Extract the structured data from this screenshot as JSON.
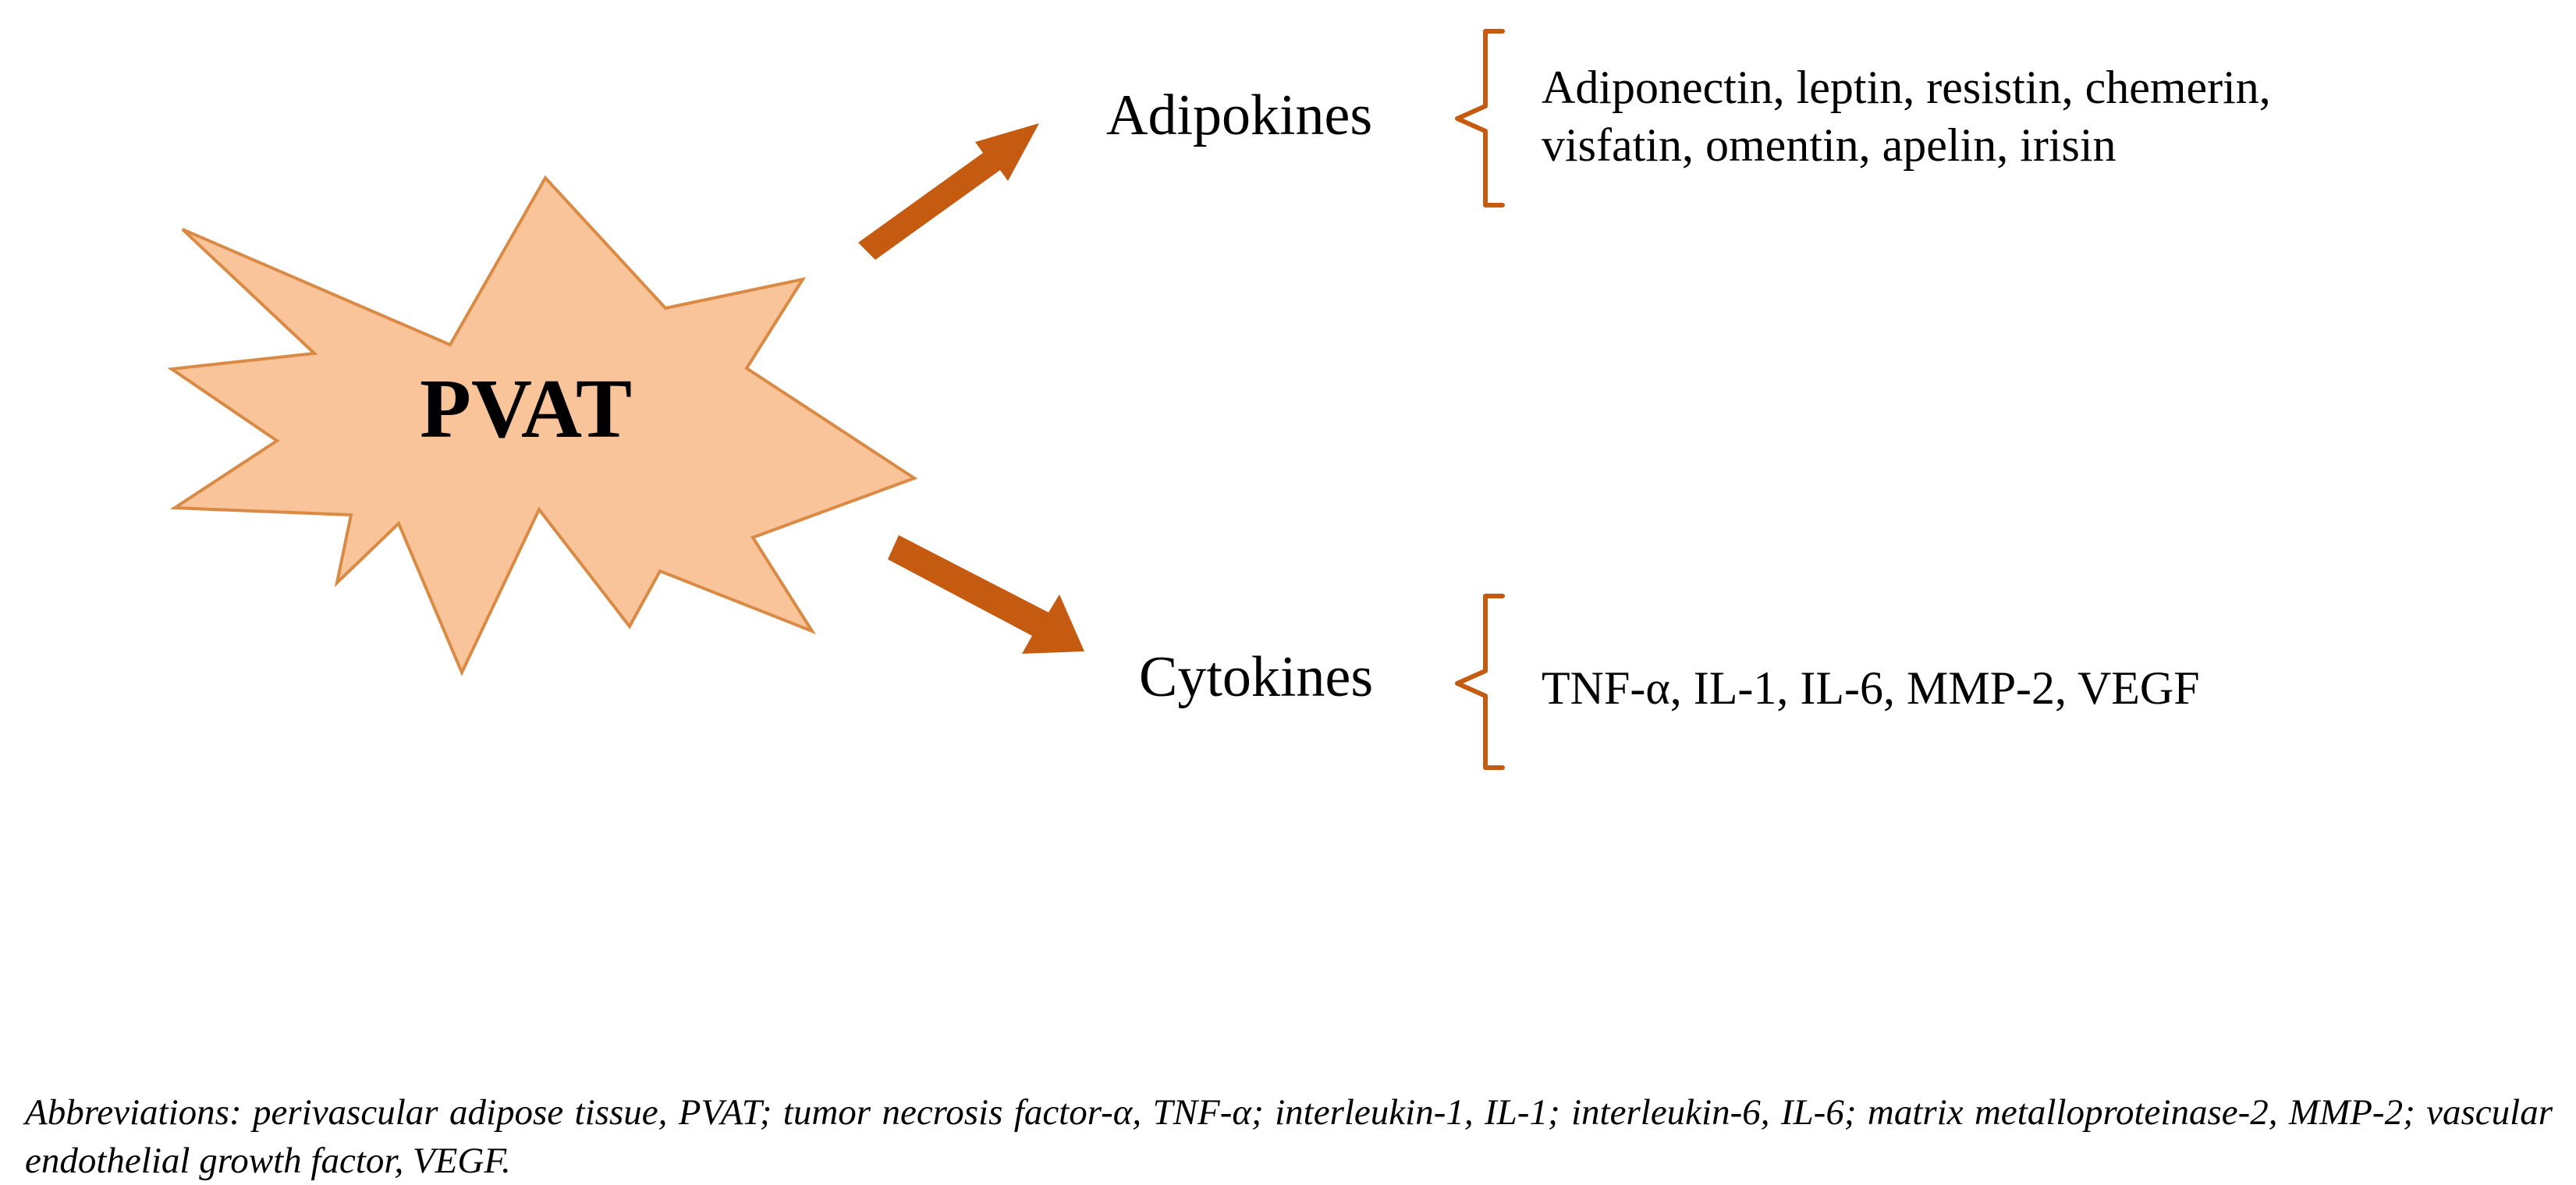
{
  "center": {
    "label": "PVAT"
  },
  "branches": [
    {
      "label": "Adipokines",
      "items": [
        "Adiponectin, leptin, resistin, chemerin,",
        "visfatin, omentin, apelin, irisin"
      ]
    },
    {
      "label": "Cytokines",
      "items": [
        "TNF-α, IL-1, IL-6, MMP-2, VEGF"
      ]
    }
  ],
  "footnote": "Abbreviations: perivascular adipose tissue, PVAT; tumor necrosis factor-α, TNF-α; interleukin-1, IL-1; interleukin-6, IL-6; matrix metalloproteinase-2, MMP-2; vascular endothelial growth factor, VEGF.",
  "colors": {
    "star_fill": "#F9C49A",
    "star_stroke": "#D98A45",
    "arrow": "#C55A11",
    "bracket": "#C55A11"
  }
}
